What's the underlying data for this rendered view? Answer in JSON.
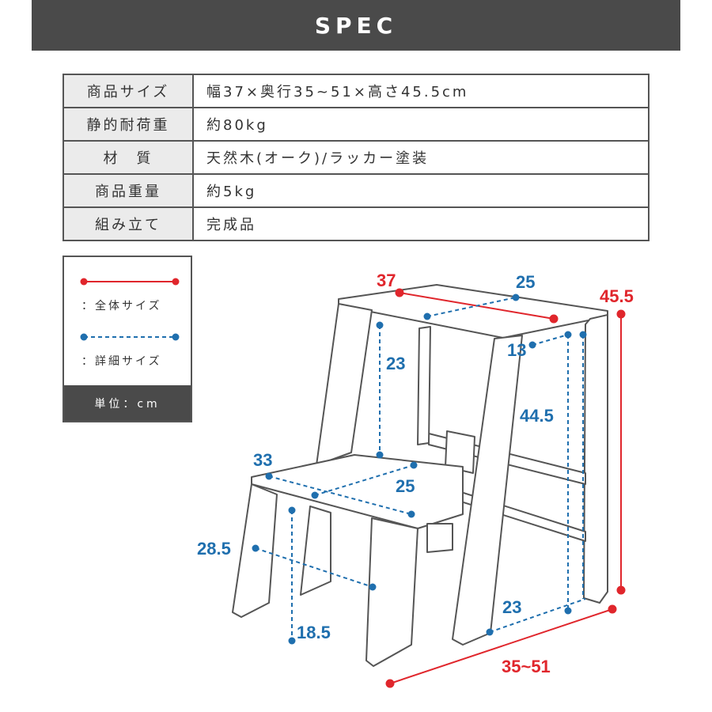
{
  "header": {
    "title": "SPEC"
  },
  "spec_table": [
    {
      "label": "商品サイズ",
      "value": "幅37×奥行35~51×高さ45.5cm"
    },
    {
      "label": "静的耐荷重",
      "value": "約80kg"
    },
    {
      "label": "材　質",
      "value": "天然木(オーク)/ラッカー塗装"
    },
    {
      "label": "商品重量",
      "value": "約5kg"
    },
    {
      "label": "組み立て",
      "value": "完成品"
    }
  ],
  "legend": {
    "overall_label": "：全体サイズ",
    "detail_label": "：詳細サイズ",
    "unit_label": "単位：cm"
  },
  "dimensions": {
    "overall": {
      "width": "37",
      "height": "45.5",
      "depth": "35~51"
    },
    "detail": {
      "top_depth": "25",
      "upper_inner_height": "23",
      "rear_leg_gap": "13",
      "rear_height": "44.5",
      "step_width": "33",
      "step_depth": "25",
      "front_leg_span": "28.5",
      "step_height": "18.5",
      "base_depth": "23"
    }
  },
  "colors": {
    "overall": "#e0262c",
    "detail": "#1f6fae",
    "dark": "#4a4a4a",
    "line": "#555555"
  }
}
